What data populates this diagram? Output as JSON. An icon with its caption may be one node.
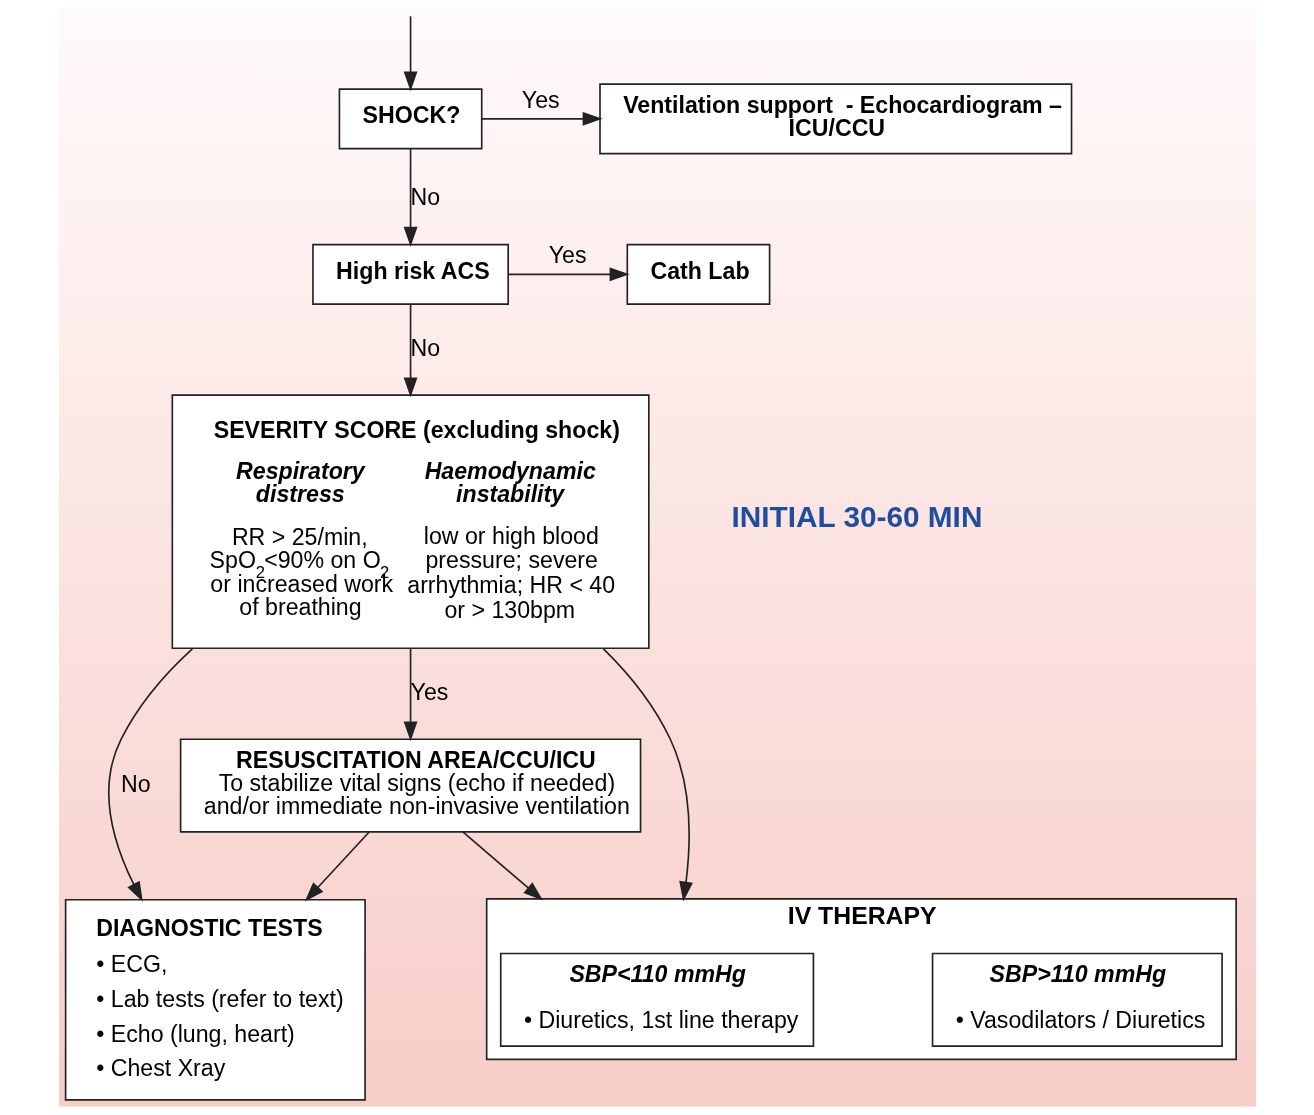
{
  "diagram": {
    "nodes": [
      {
        "text": [
          "SHOCK?"
        ]
      },
      {
        "text": [
          "Ventilation support  - Echocardiogram – ICU/CCU"
        ]
      },
      {
        "text": [
          "High risk ACS"
        ]
      },
      {
        "text": [
          "Cath Lab"
        ]
      },
      {
        "text": [
          "SEVERITY SCORE (excluding shock)",
          "Respiratory distress",
          "RR > 25/min, SpO$_{2}$<90% on O$_{2}$ or increased work of breathing",
          "Haemodynamic instability",
          "low or high blood pressure; severe arrhythmia; HR < 40 or > 130bpm"
        ]
      },
      {
        "text": [
          "RESUSCITATION AREA/CCU/ICU",
          "To stabilize vital signs (echo if needed) and/or immediate non-invasive ventilation"
        ]
      },
      {
        "text": [
          "DIAGNOSTIC TESTS",
          "• ECG,",
          "• Lab tests (refer to text)",
          "• Echo (lung, heart)",
          "• Chest Xray"
        ]
      },
      {
        "text": [
          "IV THERAPY"
        ]
      },
      {
        "text": [
          "SBP<110 mmHg",
          "• Diuretics, 1st line therapy"
        ],
        "in": 7
      },
      {
        "text": [
          "SBP>110 mmHg",
          "• Vasodilators / Diuretics"
        ],
        "in": 7
      }
    ],
    "edges": [
      {
        "from": null,
        "to": 0,
        "arrow": "to"
      },
      {
        "from": 0,
        "to": 1,
        "arrow": "to",
        "label": "Yes"
      },
      {
        "from": 0,
        "to": 2,
        "arrow": "to",
        "label": "No"
      },
      {
        "from": 2,
        "to": 3,
        "arrow": "to",
        "label": "Yes"
      },
      {
        "from": 2,
        "to": 4,
        "arrow": "to",
        "label": "No"
      },
      {
        "from": 4,
        "to": 5,
        "arrow": "to",
        "label": "Yes"
      },
      {
        "from": 4,
        "to": 6,
        "arrow": "to",
        "label": "No"
      },
      {
        "from": 4,
        "to": 7,
        "arrow": "to"
      },
      {
        "from": 5,
        "to": 6,
        "arrow": "to"
      },
      {
        "from": 5,
        "to": 7,
        "arrow": "to"
      }
    ],
    "labels": [
      "INITIAL 30-60 MIN"
    ]
  }
}
